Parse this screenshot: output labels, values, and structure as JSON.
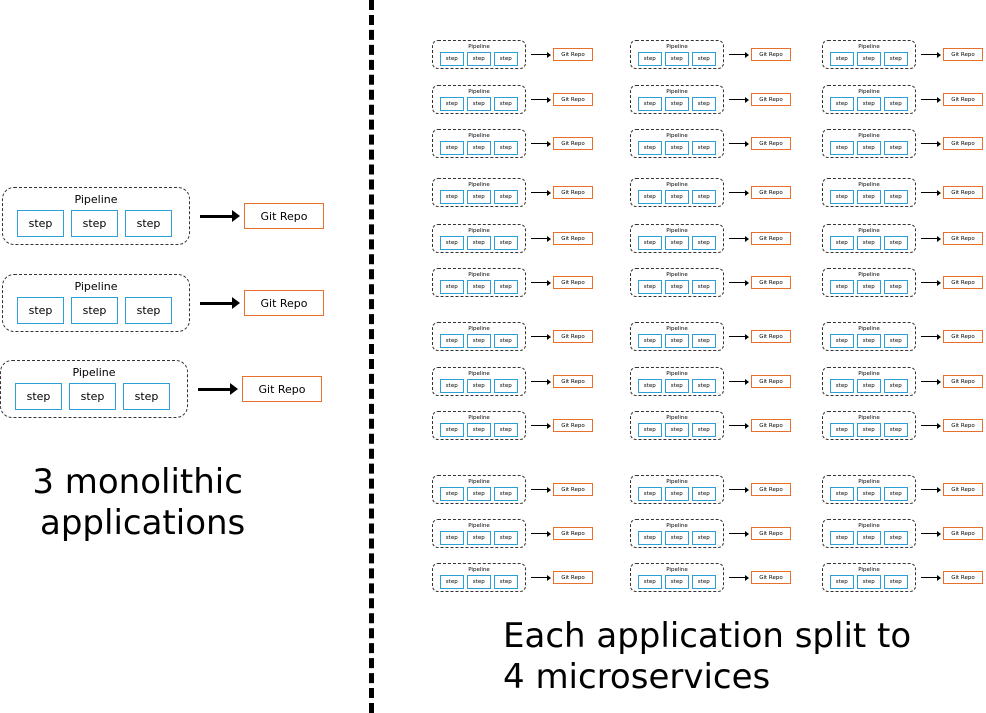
{
  "labels": {
    "pipeline": "Pipeline",
    "step": "step",
    "repo": "Git Repo"
  },
  "captions": {
    "monolith": [
      "3 monolithic",
      "applications"
    ],
    "micro": [
      "Each application split to",
      "4 microservices"
    ]
  },
  "colors": {
    "step_border": "#2a9fd8",
    "repo_border": "#e8702a",
    "pipeline_border": "#333333"
  }
}
